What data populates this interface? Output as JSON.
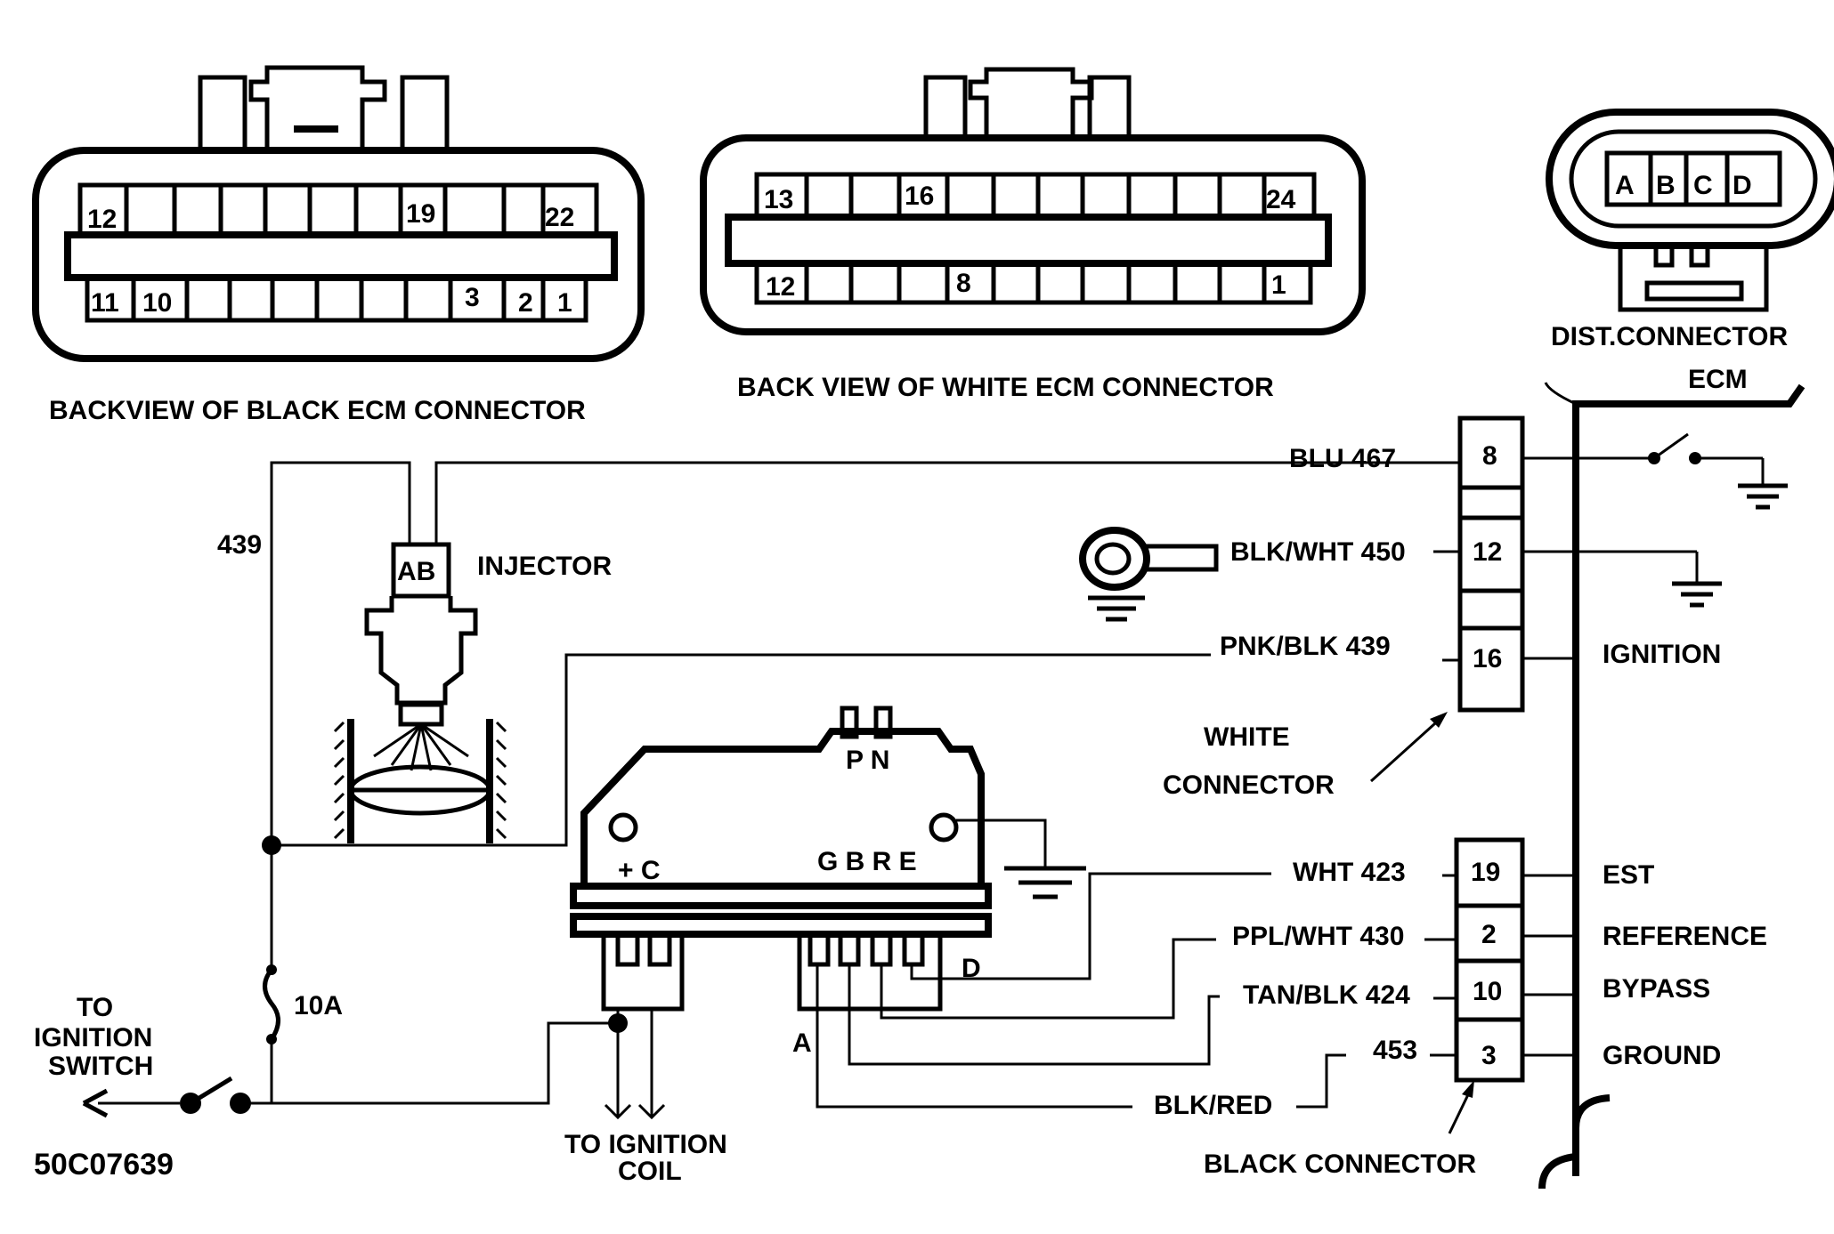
{
  "connectors": {
    "black_ecm": {
      "title": "BACKVIEW OF BLACK ECM CONNECTOR",
      "top_pins": [
        "12",
        "19",
        "22"
      ],
      "bottom_pins": [
        "11",
        "10",
        "3",
        "2",
        "1"
      ]
    },
    "white_ecm": {
      "title": "BACK VIEW OF WHITE ECM CONNECTOR",
      "top_pins": [
        "13",
        "16",
        "24"
      ],
      "bottom_pins": [
        "12",
        "8",
        "1"
      ]
    },
    "distributor": {
      "title": "DIST.CONNECTOR",
      "pins": [
        "A",
        "B",
        "C",
        "D"
      ]
    }
  },
  "ecm": {
    "label": "ECM",
    "white_connector_pins": [
      "8",
      "12",
      "16"
    ],
    "black_connector_pins": [
      "19",
      "2",
      "10",
      "3"
    ],
    "functions": [
      "IGNITION",
      "EST",
      "REFERENCE",
      "BYPASS",
      "GROUND"
    ],
    "white_connector_label": [
      "WHITE",
      "CONNECTOR"
    ],
    "black_connector_label": "BLACK CONNECTOR"
  },
  "wires": {
    "blu": "BLU 467",
    "blk_wht": "BLK/WHT 450",
    "pnk_blk": "PNK/BLK 439",
    "wht": "WHT 423",
    "ppl_wht": "PPL/WHT 430",
    "tan_blk": "TAN/BLK 424",
    "blk_red": "BLK/RED",
    "w453": "453",
    "w439": "439"
  },
  "injector": {
    "label": "INJECTOR",
    "pins": "AB"
  },
  "module": {
    "top_pins": "P N",
    "left_pins": "+ C",
    "right_pins": "G B R E",
    "pin_a": "A",
    "pin_d": "D"
  },
  "fuse": "10A",
  "ignition_switch": [
    "TO",
    "IGNITION",
    "SWITCH"
  ],
  "ignition_coil": [
    "TO  IGNITION",
    "COIL"
  ],
  "figure_code": "50C07639"
}
